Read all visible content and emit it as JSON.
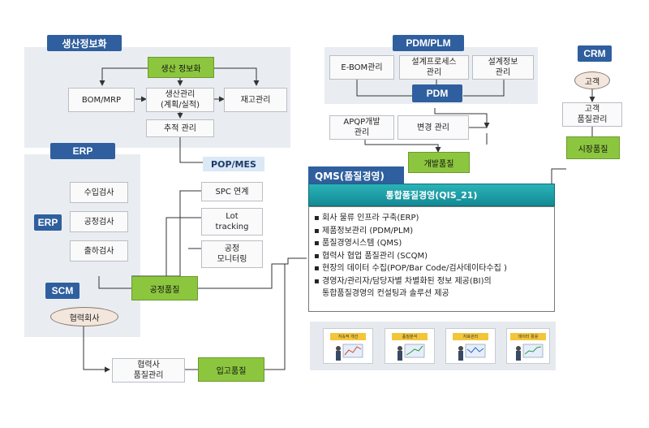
{
  "production": {
    "header": "생산정보화",
    "center": "생산 정보화",
    "bom": "BOM/MRP",
    "mgmt": "생산관리\n(계획/실적)",
    "inventory": "재고관리",
    "trace": "추적 관리"
  },
  "pdm_plm": {
    "header": "PDM/PLM",
    "ebom": "E-BOM관리",
    "design_process": "설계프로세스\n관리",
    "design_info": "설계정보\n관리",
    "pdm": "PDM",
    "apqp": "APQP개발\n관리",
    "change": "변경 관리",
    "dev_quality": "개발품질"
  },
  "crm": {
    "header": "CRM",
    "customer": "고객",
    "customer_quality": "고객\n품질관리",
    "market_quality": "시장품질"
  },
  "erp": {
    "header": "ERP",
    "side_label": "ERP",
    "incoming": "수입검사",
    "process_insp": "공정검사",
    "shipping": "출하검사",
    "scm_label": "SCM",
    "partner": "협력회사",
    "partner_quality": "협력사\n품질관리"
  },
  "pop_mes": {
    "header": "POP/MES",
    "spc": "SPC 연계",
    "lot": "Lot\ntracking",
    "process_monitor": "공정\n모니터링"
  },
  "process_quality": "공정품질",
  "incoming_quality": "입고품질",
  "qms": {
    "header": "QMS(품질경영)",
    "title": "통합품질경영(QIS_21)",
    "bullet": "▪",
    "items": [
      "회사 물류 인프라 구축(ERP)",
      "제품정보관리 (PDM/PLM)",
      "품질경영시스템 (QMS)",
      "협력사 협업 품질관리 (SCQM)",
      "현장의 데이터 수집(POP/Bar Code/검사데이타수집 )",
      "경영자/관리자/담당자별 차별화된 정보 제공(BI)의",
      "통합품질경영의 컨설팅과 솔루션 제공"
    ],
    "cards": [
      "지속적 개선",
      "품질분석",
      "지표관리",
      "데이터 활용"
    ]
  },
  "colors": {
    "header_blue": "#2f5f9e",
    "green": "#8cc63f",
    "panel": "#e9edf2",
    "teal": "#1aa0a8"
  }
}
